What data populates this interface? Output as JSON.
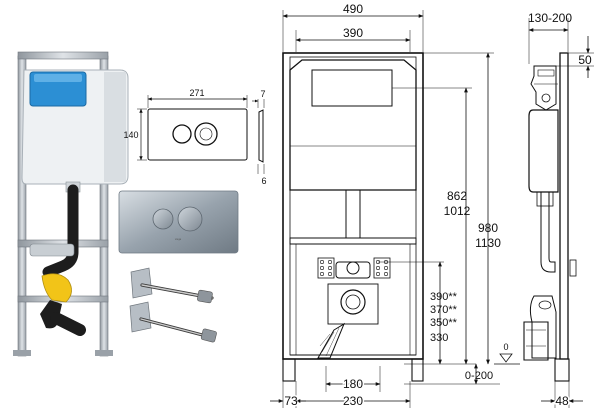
{
  "plate_view": {
    "width": "271",
    "height": "140",
    "side_thickness": "7",
    "side_depth": "6",
    "brand": "viega"
  },
  "front_view": {
    "overall_width": "490",
    "inner_width": "390",
    "height_a": "862",
    "height_b": "1012",
    "frame_height_a": "980",
    "frame_height_b": "1130",
    "outlet_heights": [
      "390**",
      "370**",
      "350**",
      "330"
    ],
    "outlet_spacing": "180",
    "inner_foot": "230",
    "foot_offset": "73",
    "floor_level": "0",
    "floor_range": "0-200"
  },
  "side_view": {
    "depth_range": "130-200",
    "top_offset": "50",
    "foot_depth": "48"
  },
  "colors": {
    "frame_metal": "#b9bec4",
    "cistern": "#eef1f3",
    "actuator_blue": "#2c8fd4",
    "pipe_black": "#1d1d1d",
    "insulation_yellow": "#f2c418",
    "plate_chrome": "#a6b0b9"
  }
}
